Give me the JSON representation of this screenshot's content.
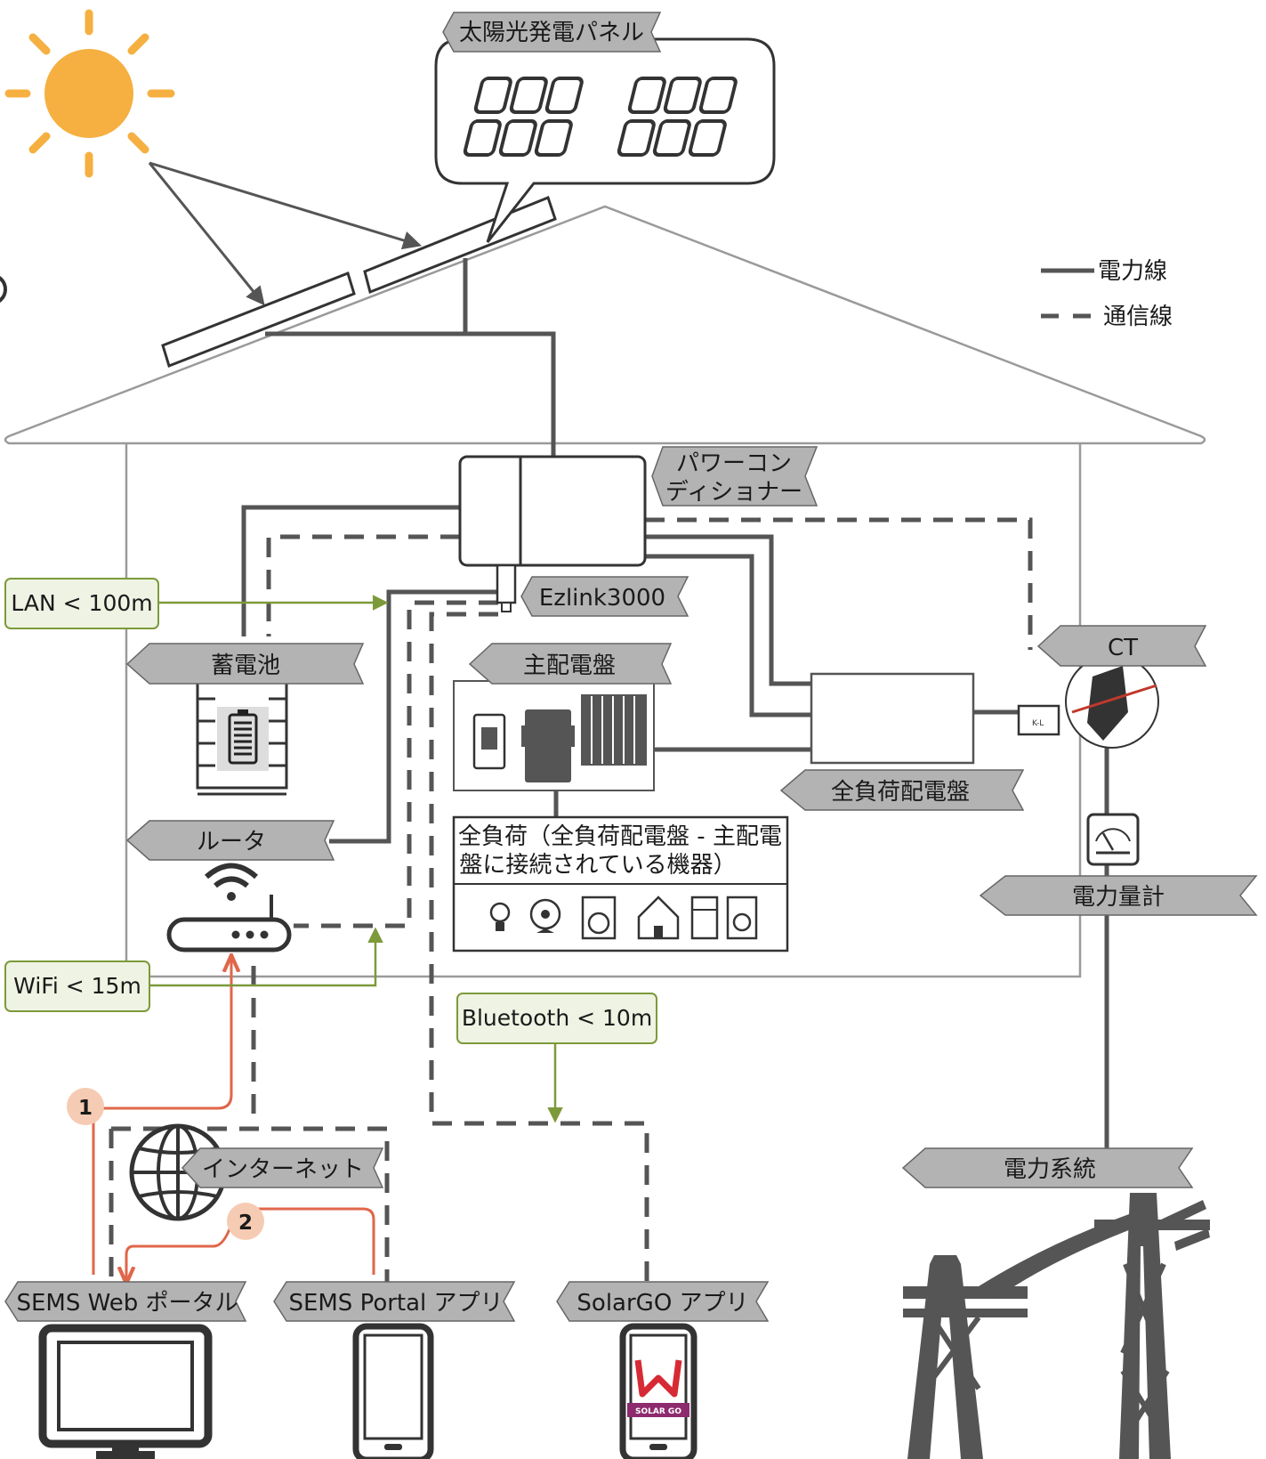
{
  "legend": {
    "power_line": "電力線",
    "comm_line": "通信線"
  },
  "labels": {
    "solar_panel": "太陽光発電パネル",
    "pcs_line1": "パワーコン",
    "pcs_line2": "ディショナー",
    "ezlink": "Ezlink3000",
    "battery": "蓄電池",
    "main_board": "主配電盤",
    "full_load_board": "全負荷配電盤",
    "ct": "CT",
    "router": "ルータ",
    "meter": "電力量計",
    "grid": "電力系統",
    "internet": "インターネット",
    "sems_web": "SEMS Web ポータル",
    "sems_portal": "SEMS Portal アプリ",
    "solargo": "SolarGO アプリ",
    "full_load_line1": "全負荷（全負荷配電盤 - 主配電",
    "full_load_line2": "盤に接続されている機器）",
    "solargo_logo": "SOLAR GO",
    "ct_tag": "K-L"
  },
  "range_notes": {
    "lan": "LAN < 100m",
    "wifi": "WiFi < 15m",
    "bluetooth": "Bluetooth < 10m"
  },
  "steps": {
    "step1": "1",
    "step2": "2"
  },
  "colors": {
    "power": "#555555",
    "comm": "#555555",
    "tag_fill": "#b3b3b3",
    "note_fill": "#eef3e3",
    "note_stroke": "#7d9a3a",
    "arrow_green": "#7d9a3a",
    "arrow_orange": "#e0664a",
    "badge": "#f6cbb3",
    "sun": "#f5b041"
  }
}
